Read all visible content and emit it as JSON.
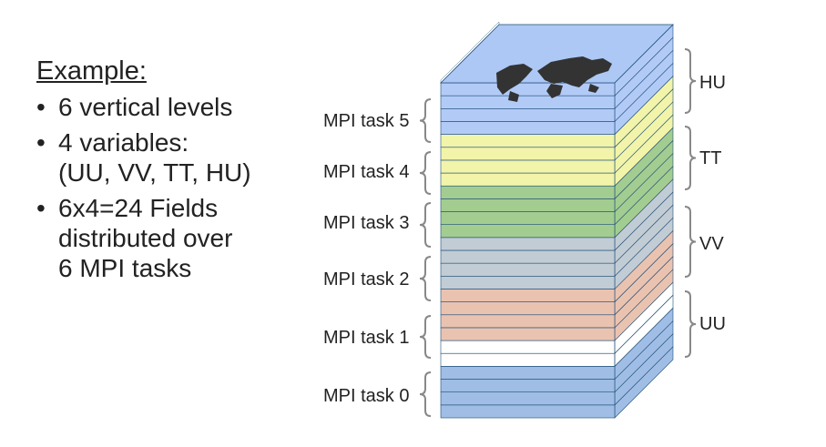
{
  "example": {
    "heading": "Example:",
    "bullets": [
      {
        "lines": [
          "6 vertical levels"
        ]
      },
      {
        "lines": [
          "4 variables:",
          "(UU, VV, TT, HU)"
        ]
      },
      {
        "lines": [
          "6x4=24 Fields",
          "distributed over",
          "6 MPI tasks"
        ]
      }
    ],
    "bullet_char": "•"
  },
  "stack": {
    "colors": {
      "HU": "#a4c2f4",
      "TT": "#eef29a",
      "VV": "#93c47d",
      "UU": "#e6b8a2",
      "grey": "#b7c3cc",
      "blue0": "#8fb3e0",
      "frame": "#1f4e79",
      "land": "#333333"
    },
    "mpi_tasks": [
      {
        "label": "MPI task 5"
      },
      {
        "label": "MPI task 4"
      },
      {
        "label": "MPI task 3"
      },
      {
        "label": "MPI task 2"
      },
      {
        "label": "MPI task 1"
      },
      {
        "label": "MPI task 0"
      }
    ],
    "variables": [
      {
        "label": "HU"
      },
      {
        "label": "TT"
      },
      {
        "label": "VV"
      },
      {
        "label": "UU"
      }
    ]
  }
}
